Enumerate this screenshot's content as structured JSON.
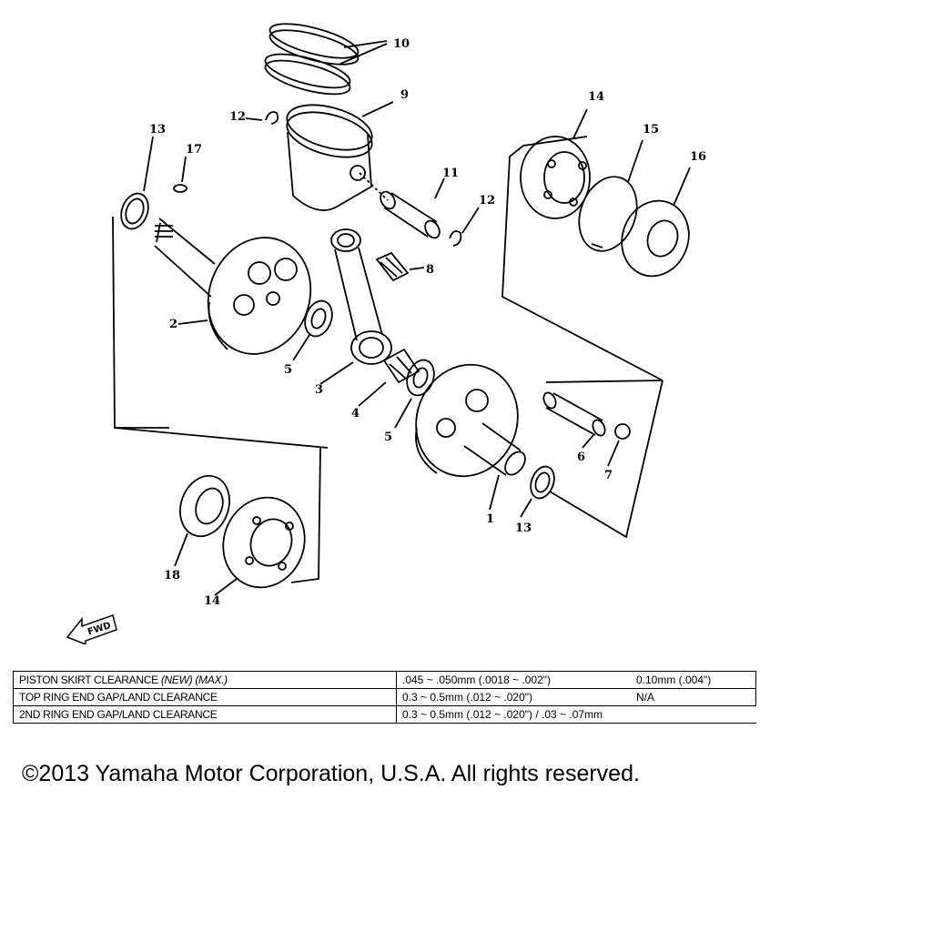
{
  "diagram": {
    "callouts": [
      "10",
      "9",
      "12",
      "12",
      "11",
      "8",
      "2",
      "5",
      "3",
      "4",
      "5",
      "1",
      "6",
      "7",
      "13",
      "13",
      "17",
      "14",
      "15",
      "16",
      "18",
      "14"
    ],
    "fwd_label": "FWD"
  },
  "spec_table": {
    "rows": [
      {
        "label": "PISTON SKIRT CLEARANCE",
        "label_em": "(NEW) (MAX.)",
        "value": ".045 ~ .050mm (.0018 ~ .002\")",
        "extra": "0.10mm (.004\")"
      },
      {
        "label": "TOP RING END GAP/LAND CLEARANCE",
        "label_em": "",
        "value": "0.3 ~ 0.5mm (.012 ~ .020\")",
        "extra": "N/A"
      },
      {
        "label": "2ND RING END GAP/LAND CLEARANCE",
        "label_em": "",
        "value": "0.3 ~ 0.5mm (.012 ~ .020\") / .03 ~ .07mm",
        "extra": ""
      }
    ]
  },
  "copyright": "©2013 Yamaha Motor Corporation, U.S.A. All rights reserved."
}
